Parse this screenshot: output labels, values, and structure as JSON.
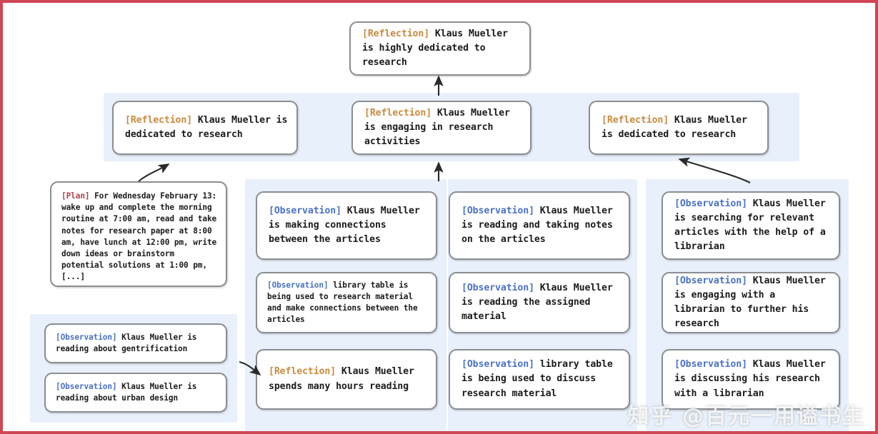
{
  "figure": {
    "border_color": "#cf4654",
    "panel_color": "#e8f0fb",
    "node_border_color": "#8a8d92",
    "tag_colors": {
      "reflection": "#c98a3e",
      "observation": "#4a72c4",
      "plan": "#b4404c"
    }
  },
  "watermark": {
    "text": "知乎 @百元一用谥书生"
  },
  "nodes": {
    "top_reflection": {
      "tag": "[Reflection]",
      "tag_type": "reflection",
      "text": " Klaus Mueller is highly dedicated to research"
    },
    "mid_reflection_left": {
      "tag": "[Reflection]",
      "tag_type": "reflection",
      "text": " Klaus Mueller is dedicated to research"
    },
    "mid_reflection_center": {
      "tag": "[Reflection]",
      "tag_type": "reflection",
      "text": " Klaus Mueller is engaging in research activities"
    },
    "mid_reflection_right": {
      "tag": "[Reflection]",
      "tag_type": "reflection",
      "text": " Klaus Mueller is dedicated to research"
    },
    "plan": {
      "tag": "[Plan]",
      "tag_type": "plan",
      "text": " For Wednesday February 13: wake up and complete the morning routine at 7:00 am, read and take notes for research paper at 8:00 am, have lunch at 12:00 pm, write down ideas or brainstorm potential solutions at 1:00 pm, [...]"
    },
    "obs_bl_1": {
      "tag": "[Observation]",
      "tag_type": "observation",
      "text": " Klaus Mueller is reading about gentrification"
    },
    "obs_bl_2": {
      "tag": "[Observation]",
      "tag_type": "observation",
      "text": " Klaus Mueller is reading about urban design"
    },
    "col1_obs_1": {
      "tag": "[Observation]",
      "tag_type": "observation",
      "text": " Klaus Mueller is making connections between the articles"
    },
    "col1_obs_2": {
      "tag": "[Observation]",
      "tag_type": "observation",
      "text": " library table is being used to research material and make connections between the articles"
    },
    "col1_reflection": {
      "tag": "[Reflection]",
      "tag_type": "reflection",
      "text": " Klaus Mueller spends many hours reading"
    },
    "col2_obs_1": {
      "tag": "[Observation]",
      "tag_type": "observation",
      "text": " Klaus Mueller is reading and taking notes on the articles"
    },
    "col2_obs_2": {
      "tag": "[Observation]",
      "tag_type": "observation",
      "text": " Klaus Mueller is reading the assigned material"
    },
    "col2_obs_3": {
      "tag": "[Observation]",
      "tag_type": "observation",
      "text": " library table is being used to discuss research material"
    },
    "col3_obs_1": {
      "tag": "[Observation]",
      "tag_type": "observation",
      "text": " Klaus Mueller is searching for relevant articles with the help of a librarian"
    },
    "col3_obs_2": {
      "tag": "[Observation]",
      "tag_type": "observation",
      "text": " Klaus Mueller is engaging with a librarian to further his research"
    },
    "col3_obs_3": {
      "tag": "[Observation]",
      "tag_type": "observation",
      "text": " Klaus Mueller is discussing his research with a librarian"
    }
  }
}
